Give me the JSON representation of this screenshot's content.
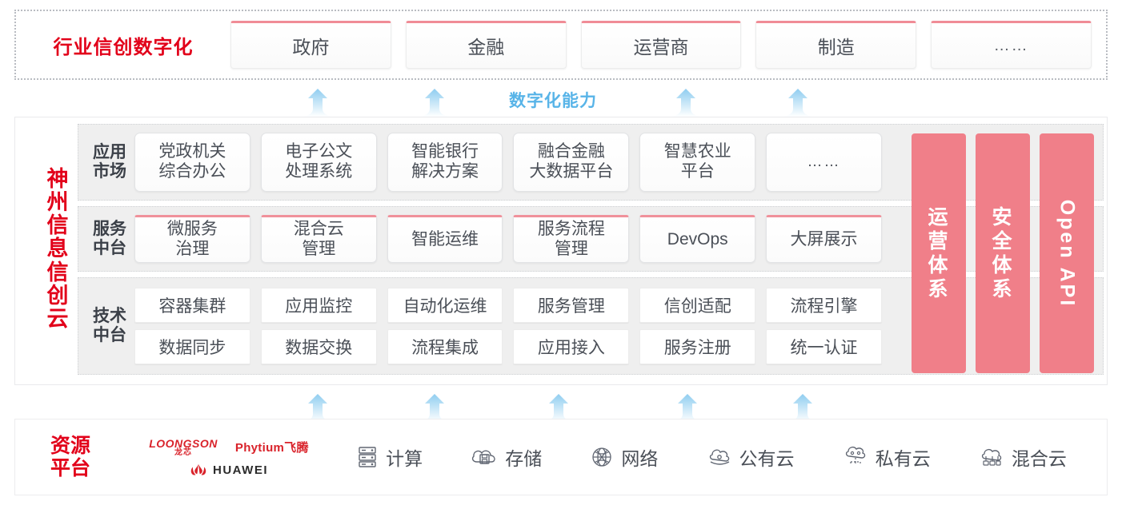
{
  "industry": {
    "title": "行业信创数字化",
    "boxes": [
      {
        "label": "政府"
      },
      {
        "label": "金融"
      },
      {
        "label": "运营商"
      },
      {
        "label": "制造"
      },
      {
        "label": "……"
      }
    ]
  },
  "capability_label": "数字化能力",
  "platform": {
    "vertical_title": [
      "神",
      "州",
      "信",
      "息",
      "信",
      "创",
      "云"
    ],
    "rows": [
      {
        "label": [
          "应用",
          "市场"
        ],
        "cells": [
          {
            "line1": "党政机关",
            "line2": "综合办公"
          },
          {
            "line1": "电子公文",
            "line2": "处理系统"
          },
          {
            "line1": "智能银行",
            "line2": "解决方案"
          },
          {
            "line1": "融合金融",
            "line2": "大数据平台"
          },
          {
            "line1": "智慧农业",
            "line2": "平台"
          },
          {
            "line1": "……",
            "line2": ""
          }
        ]
      },
      {
        "label": [
          "服务",
          "中台"
        ],
        "cells": [
          {
            "line1": "微服务",
            "line2": "治理"
          },
          {
            "line1": "混合云",
            "line2": "管理"
          },
          {
            "line1": "智能运维",
            "line2": ""
          },
          {
            "line1": "服务流程",
            "line2": "管理"
          },
          {
            "line1": "DevOps",
            "line2": ""
          },
          {
            "line1": "大屏展示",
            "line2": ""
          }
        ]
      },
      {
        "label": [
          "技术",
          "中台"
        ],
        "line_a": [
          "容器集群",
          "应用监控",
          "自动化运维",
          "服务管理",
          "信创适配",
          "流程引擎"
        ],
        "line_b": [
          "数据同步",
          "数据交换",
          "流程集成",
          "应用接入",
          "服务注册",
          "统一认证"
        ]
      }
    ],
    "pillars": [
      {
        "text": [
          "运",
          "营",
          "体",
          "系"
        ],
        "mode": "cjk"
      },
      {
        "text": [
          "安",
          "全",
          "体",
          "系"
        ],
        "mode": "cjk"
      },
      {
        "text": "Open API",
        "mode": "rot"
      }
    ]
  },
  "resource": {
    "title": [
      "资源",
      "平台"
    ],
    "logos": [
      {
        "name": "loongson",
        "en": "LOONGSON",
        "cn": "龙芯"
      },
      {
        "name": "phytium",
        "text": "Phytium飞腾"
      },
      {
        "name": "huawei",
        "text": "HUAWEI"
      }
    ],
    "items": [
      {
        "icon": "server-icon",
        "label": "计算"
      },
      {
        "icon": "cloud-storage-icon",
        "label": "存储"
      },
      {
        "icon": "network-icon",
        "label": "网络"
      },
      {
        "icon": "public-cloud-icon",
        "label": "公有云"
      },
      {
        "icon": "private-cloud-icon",
        "label": "私有云"
      },
      {
        "icon": "hybrid-cloud-icon",
        "label": "混合云"
      }
    ]
  },
  "colors": {
    "brand_red": "#e2001a",
    "pink": "#f07f89",
    "pink_border": "#f0919b",
    "arrow_blue": "#58b4e8",
    "band_gray": "#efefef"
  }
}
